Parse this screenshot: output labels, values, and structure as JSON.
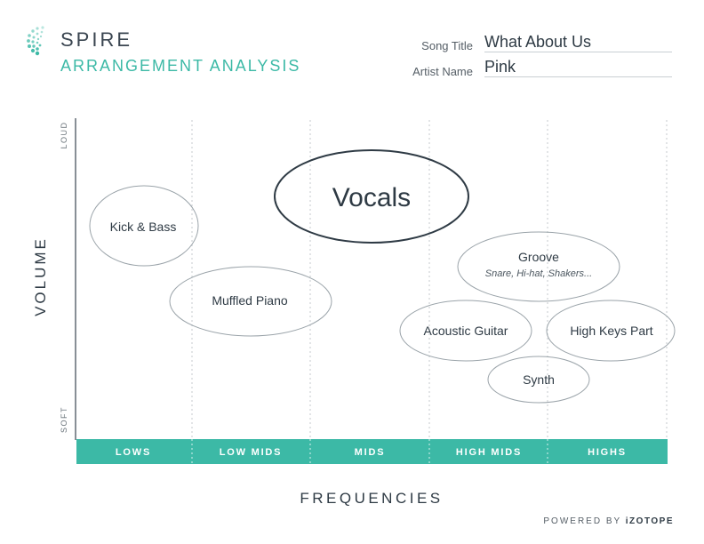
{
  "header": {
    "brand": "SPIRE",
    "subtitle": "ARRANGEMENT ANALYSIS",
    "song_title_label": "Song Title",
    "song_title_value": "What About Us",
    "artist_name_label": "Artist Name",
    "artist_name_value": "Pink"
  },
  "axes": {
    "y_label": "VOLUME",
    "y_top": "LOUD",
    "y_bottom": "SOFT",
    "x_label": "FREQUENCIES",
    "bands": [
      "LOWS",
      "LOW MIDS",
      "MIDS",
      "HIGH MIDS",
      "HIGHS"
    ]
  },
  "elements": [
    {
      "label": "Vocals",
      "sublabel": "",
      "emphasis": true
    },
    {
      "label": "Kick & Bass",
      "sublabel": "",
      "emphasis": false
    },
    {
      "label": "Muffled Piano",
      "sublabel": "",
      "emphasis": false
    },
    {
      "label": "Groove",
      "sublabel": "Snare, Hi-hat, Shakers...",
      "emphasis": false
    },
    {
      "label": "Acoustic Guitar",
      "sublabel": "",
      "emphasis": false
    },
    {
      "label": "High Keys Part",
      "sublabel": "",
      "emphasis": false
    },
    {
      "label": "Synth",
      "sublabel": "",
      "emphasis": false
    }
  ],
  "footer": {
    "powered_by": "POWERED BY",
    "company": "iZOTOPE"
  },
  "colors": {
    "accent": "#3cb9a6",
    "ink": "#2e3a44",
    "outline": "#9aa3a9"
  }
}
